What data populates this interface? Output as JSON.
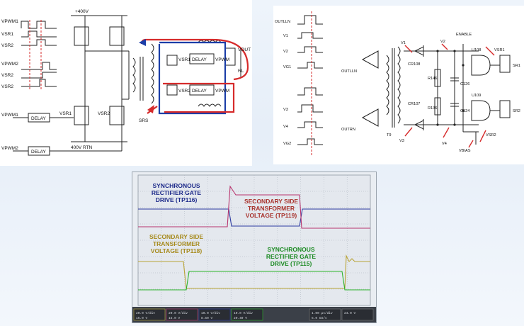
{
  "left_schematic": {
    "labels": {
      "plus400": "+400V",
      "rtn400": "400V RTN",
      "vpwm1": "VPWM1",
      "vsr1": "VSR1",
      "vsr2": "VSR2",
      "vpwm2": "VPWM2",
      "vsr1_b": "VSR2",
      "vsr2_b": "VSR2",
      "delay1": "DELAY",
      "delay2": "DELAY",
      "delay_sec1": "DELAY",
      "delay_sec2": "DELAY",
      "vsr1_g": "VSR1",
      "vsr2_g": "VSR2",
      "vpwm_a": "VPWM",
      "vpwm_b": "VPWM",
      "vsr_a": "VSR1",
      "vsr_b": "VSR2",
      "vpwm1_gate": "VPWM1",
      "vpwm2_gate": "VPWM2",
      "srs": "SRS",
      "rl": "RL",
      "vout": "VOUT"
    }
  },
  "right_schematic": {
    "labels": {
      "outln": "OUTLLN",
      "outrn": "OUTRN",
      "v1": "V1",
      "v2": "V2",
      "vg1": "VG1",
      "v3": "V3",
      "v4": "V4",
      "vg2": "VG2",
      "enable": "ENABLE",
      "u108": "U108",
      "u109": "U109",
      "cr108": "CR108",
      "cr107": "CR107",
      "r146": "R146",
      "r136": "R136",
      "c126": "C126",
      "c124": "C124",
      "t9": "T9",
      "sr1": "SR1",
      "sr2": "SR2",
      "vsr1": "VSR1",
      "vsr2": "VSR2",
      "vbias": "VBIAS",
      "v1_w": "V1",
      "v2_w": "V2",
      "v3_w": "V3",
      "v4_w": "V4"
    }
  },
  "scope": {
    "labels": {
      "sync_gate_116": [
        "SYNCHRONOUS",
        "RECTIFIER GATE",
        "DRIVE (TP116)"
      ],
      "sec_xfmr_119": [
        "SECONDARY SIDE",
        "TRANSFORMER",
        "VOLTAGE (TP119)"
      ],
      "sec_xfmr_118": [
        "SECONDARY SIDE",
        "TRANSFORMER",
        "VOLTAGE (TP118)"
      ],
      "sync_gate_115": [
        "SYNCHRONOUS",
        "RECTIFIER GATE",
        "DRIVE (TP115)"
      ]
    },
    "colors": {
      "blue": "#2c3aa0",
      "magenta": "#b8356e",
      "yellow": "#b9a336",
      "green": "#2bb32b",
      "label_blue": "#1d2a8a",
      "label_red": "#a8312b",
      "label_yellow": "#a68a1c",
      "label_green": "#1b8a22"
    },
    "status_bar": {
      "ch1": "20.0 V/div",
      "ch2": "20.0 V/div",
      "ch3": "10.0 V/div",
      "ch4": "10.0 V/div",
      "ch1_off": "15.0 V",
      "ch2_off": "15.0 V",
      "ch3_off": "8.50 V",
      "ch4_off": "20.40 V",
      "timebase": "1.00 µs/div",
      "samples": "5.0 GS/s",
      "trigger": "24.0 V"
    }
  }
}
